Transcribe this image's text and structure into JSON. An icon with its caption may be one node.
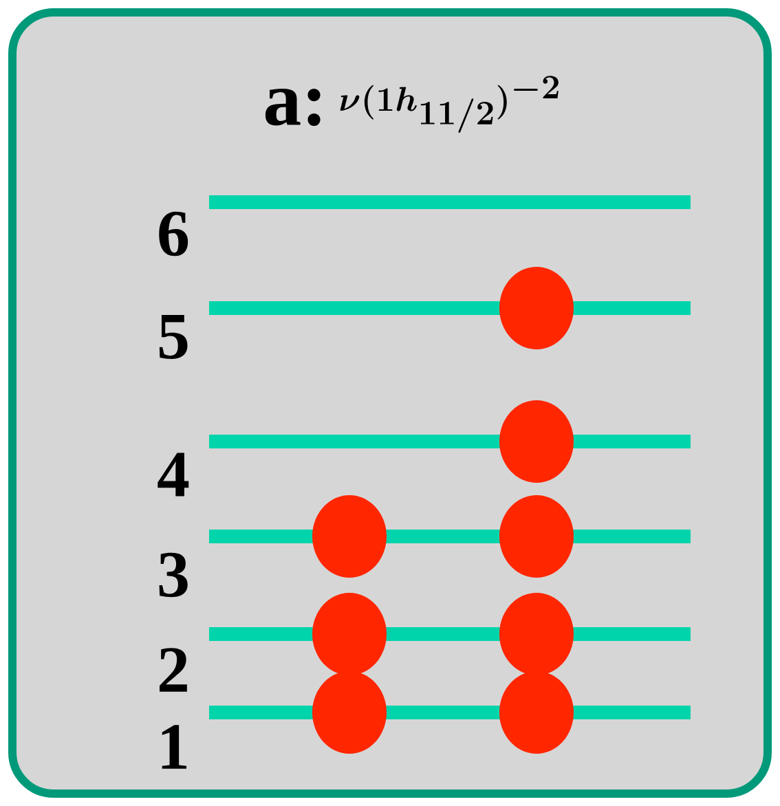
{
  "diagram": {
    "title": "a:",
    "labels": [
      "\\nu(1h_{11/2})^{-2}"
    ],
    "nodes": [
      {
        "text": [],
        "shape": "bar",
        "beside": [
          "6"
        ]
      },
      {
        "text": [],
        "shape": "bar",
        "beside": [
          "5"
        ]
      },
      {
        "text": [],
        "shape": "bar",
        "beside": [
          "4"
        ]
      },
      {
        "text": [],
        "shape": "bar",
        "beside": [
          "3"
        ]
      },
      {
        "text": [],
        "shape": "bar",
        "beside": [
          "2"
        ]
      },
      {
        "text": [],
        "shape": "bar",
        "beside": [
          "1"
        ]
      },
      {
        "text": [],
        "shape": "circle"
      },
      {
        "text": [],
        "shape": "circle"
      },
      {
        "text": [],
        "shape": "circle"
      },
      {
        "text": [],
        "shape": "circle"
      },
      {
        "text": [],
        "shape": "circle"
      },
      {
        "text": [],
        "shape": "circle"
      },
      {
        "text": [],
        "shape": "circle"
      },
      {
        "text": [],
        "shape": "circle"
      }
    ],
    "edges": []
  }
}
